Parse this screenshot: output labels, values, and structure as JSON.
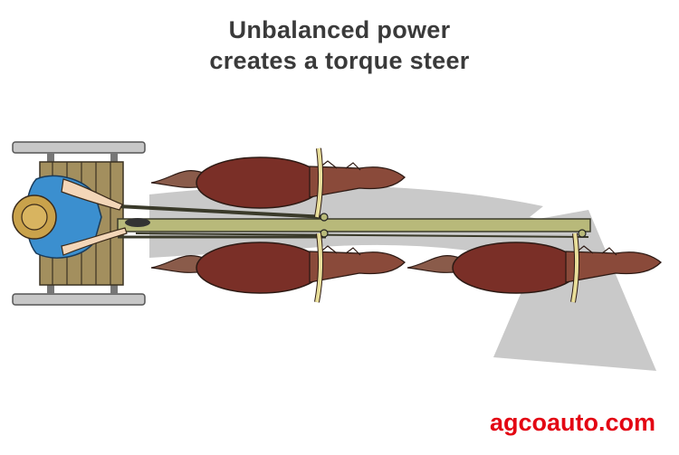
{
  "title": {
    "line1": "Unbalanced power",
    "line2": "creates a torque steer"
  },
  "brand": "agcoauto.com",
  "colors": {
    "title": "#3a3a3a",
    "brand": "#e30613",
    "arrow": "#c8c8c8",
    "horse": "#7a2f27",
    "pole": "#b7b879",
    "driver": "#3b8fcf",
    "cart": "#9b8a5c"
  }
}
